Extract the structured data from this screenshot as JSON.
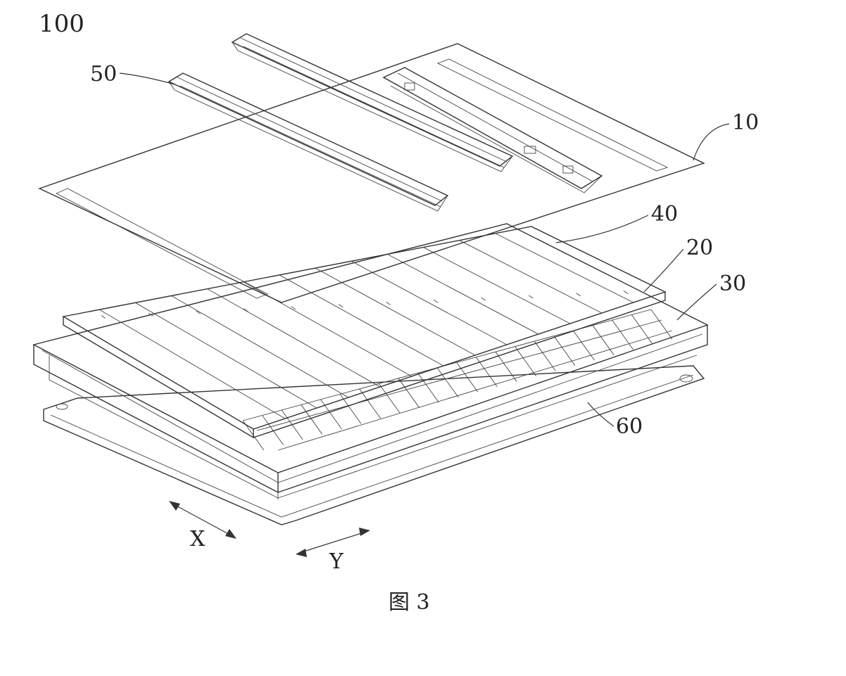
{
  "figure": {
    "assembly_label": "100",
    "caption": "图 3",
    "axes": {
      "x": "X",
      "y": "Y"
    },
    "parts": [
      {
        "id": "lid",
        "label": "10"
      },
      {
        "id": "cell-module",
        "label": "20"
      },
      {
        "id": "tray",
        "label": "30"
      },
      {
        "id": "plate",
        "label": "40"
      },
      {
        "id": "rails",
        "label": "50"
      },
      {
        "id": "base-plate",
        "label": "60"
      }
    ]
  }
}
